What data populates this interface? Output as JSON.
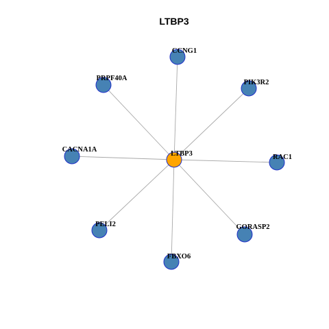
{
  "title": "LTBP3",
  "colors": {
    "center_node": "#FFA500",
    "leaf_node": "#4682B4",
    "node_border": "#1F2FC8",
    "edge": "#A8A8A8"
  },
  "center": {
    "id": "LTBP3",
    "label": "LTBP3"
  },
  "nodes": [
    {
      "id": "CCNG1",
      "label": "CCNG1"
    },
    {
      "id": "PRPF40A",
      "label": "PRPF40A"
    },
    {
      "id": "PIK3R2",
      "label": "PIK3R2"
    },
    {
      "id": "CACNA1A",
      "label": "CACNA1A"
    },
    {
      "id": "RAC1",
      "label": "RAC1"
    },
    {
      "id": "PELI2",
      "label": "PELI2"
    },
    {
      "id": "GORASP2",
      "label": "GORASP2"
    },
    {
      "id": "FBXO6",
      "label": "FBXO6"
    }
  ],
  "edges": [
    {
      "from": "LTBP3",
      "to": "CCNG1"
    },
    {
      "from": "LTBP3",
      "to": "PRPF40A"
    },
    {
      "from": "LTBP3",
      "to": "PIK3R2"
    },
    {
      "from": "LTBP3",
      "to": "CACNA1A"
    },
    {
      "from": "LTBP3",
      "to": "RAC1"
    },
    {
      "from": "LTBP3",
      "to": "PELI2"
    },
    {
      "from": "LTBP3",
      "to": "GORASP2"
    },
    {
      "from": "LTBP3",
      "to": "FBXO6"
    }
  ]
}
